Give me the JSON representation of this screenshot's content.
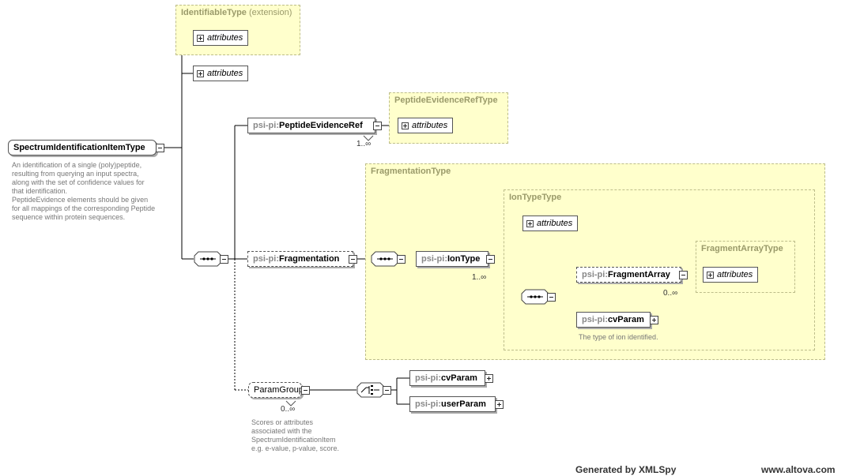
{
  "root": {
    "name": "SpectrumIdentificationItemType",
    "note": [
      "An identification of a single (poly)peptide,",
      "resulting from querying an input spectra,",
      "along with the set of confidence values for",
      "that identification.",
      "PeptideEvidence elements should be given",
      "for all mappings of the corresponding Peptide",
      "sequence within protein sequences."
    ]
  },
  "identifiable": {
    "title": "IdentifiableType",
    "ext": " (extension)",
    "attr": "attributes"
  },
  "own_attr": "attributes",
  "peptide_ref": {
    "prefix": "psi-pi:",
    "name": "PeptideEvidenceRef",
    "card": "1..∞",
    "type_title": "PeptideEvidenceRefType",
    "attr": "attributes"
  },
  "fragmentation": {
    "prefix": "psi-pi:",
    "name": "Fragmentation",
    "type_title": "FragmentationType"
  },
  "ion_type": {
    "prefix": "psi-pi:",
    "name": "IonType",
    "card": "1..∞",
    "type_title": "IonTypeType",
    "attr": "attributes"
  },
  "fragment_array": {
    "prefix": "psi-pi:",
    "name": "FragmentArray",
    "card": "0..∞",
    "type_title": "FragmentArrayType",
    "attr": "attributes"
  },
  "ion_cvparam": {
    "prefix": "psi-pi:",
    "name": "cvParam",
    "note": "The type of ion identified."
  },
  "param_group": {
    "name": "ParamGroup",
    "card": "0..∞",
    "note": [
      "Scores or attributes",
      "associated with the",
      "SpectrumIdentificationItem",
      "e.g. e-value, p-value, score."
    ]
  },
  "choice_cvparam": {
    "prefix": "psi-pi:",
    "name": "cvParam"
  },
  "choice_userparam": {
    "prefix": "psi-pi:",
    "name": "userParam"
  },
  "footer": {
    "generated": "Generated by XMLSpy",
    "site": "www.altova.com"
  }
}
